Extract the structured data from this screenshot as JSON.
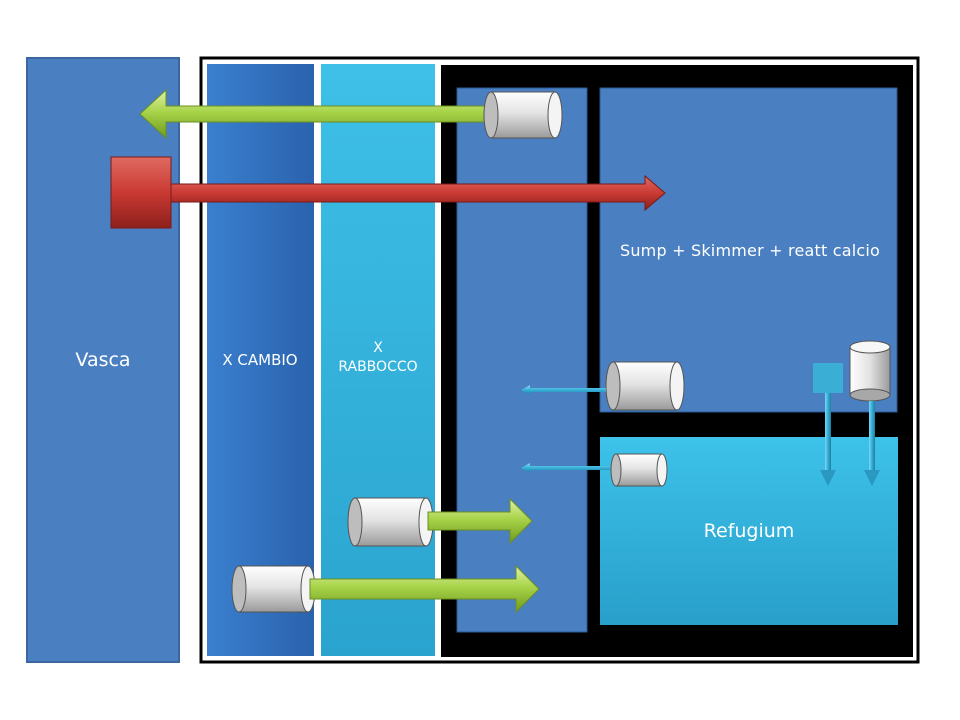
{
  "labels": {
    "vasca": "Vasca",
    "cambio_line1": "X CAMBIO",
    "rabbocco_line1": "X",
    "rabbocco_line2": "RABBOCCO",
    "sump": "Sump + Skimmer + reatt calcio",
    "refugium": "Refugium"
  },
  "colors": {
    "vasca": "#4a7fc1",
    "cambio": "#2f6fbf",
    "rabbocco": "#3bb7e0",
    "sump": "#4a7fc1",
    "refugium": "#32b5dc",
    "cabinet": "#000000",
    "return_arrow": "#9ccb3b",
    "overflow_arrow": "#c73a35",
    "pipe": "#3aaed4"
  }
}
